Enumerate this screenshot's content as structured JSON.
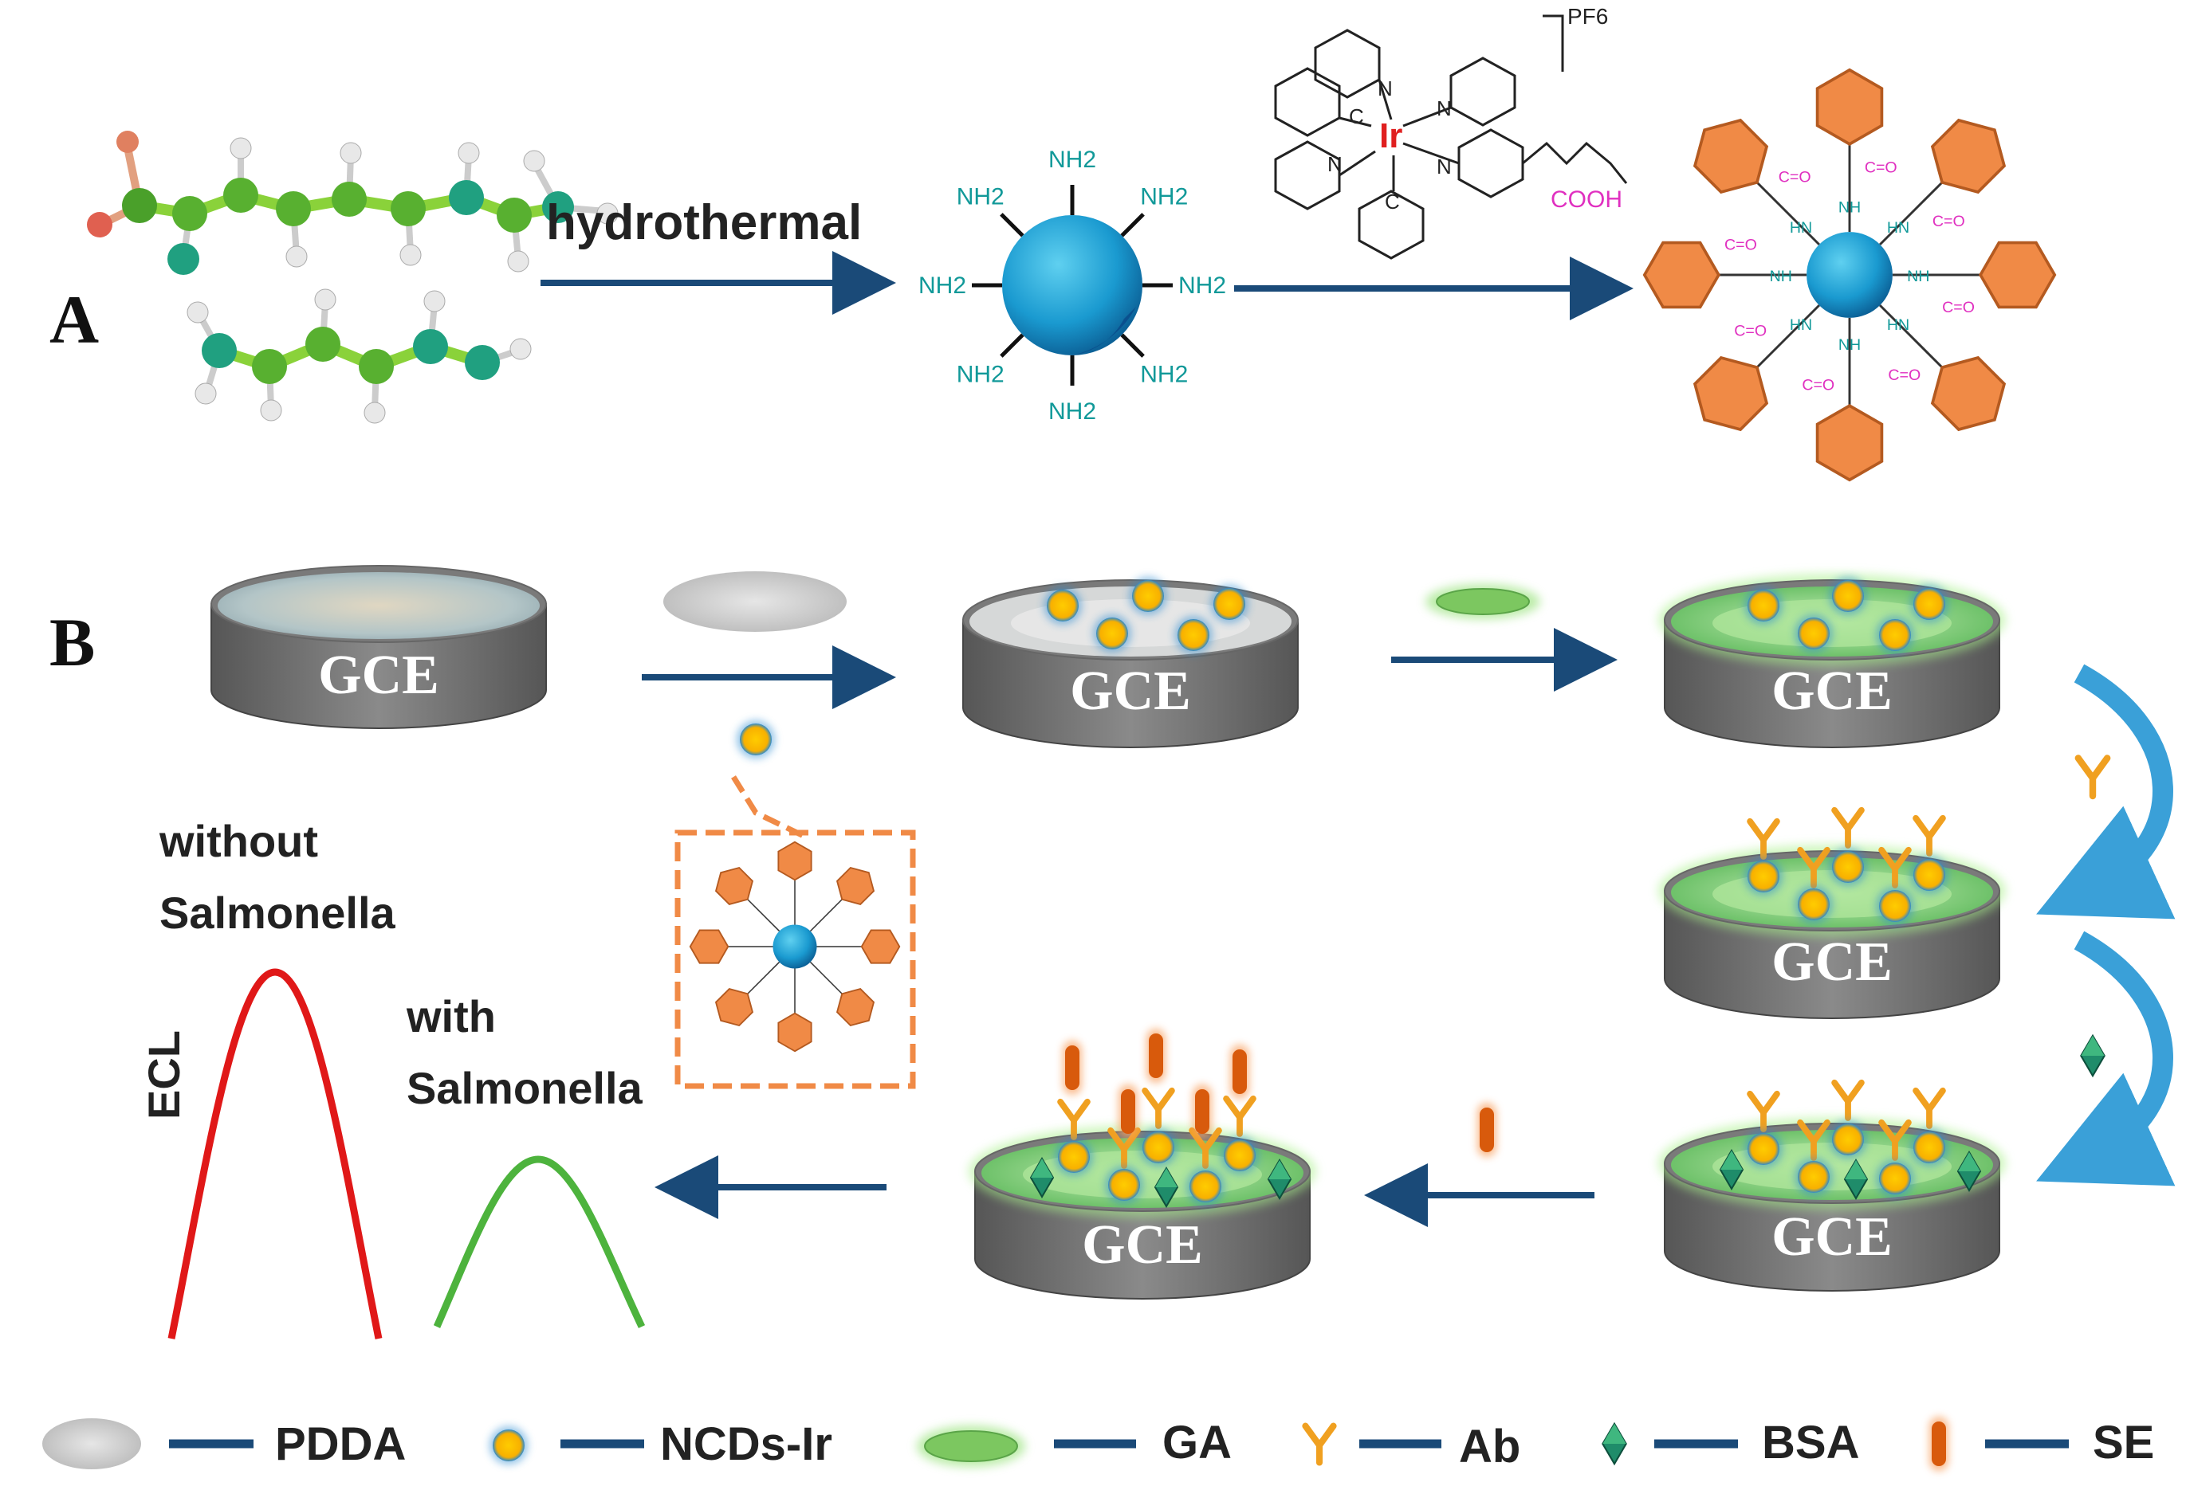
{
  "panel_a": {
    "label": "A",
    "arrow_label": "hydrothermal",
    "amine_label": "NH2",
    "counter_ion": "PF6",
    "metal": "Ir",
    "acid_group": "COOH",
    "carbon_label": "C",
    "nitrogen_label": "N",
    "amide_carbonyl": "C=O",
    "amide_nh": "NH",
    "amide_hn": "HN"
  },
  "panel_b": {
    "label": "B",
    "electrode_label": "GCE",
    "curve_high_label": [
      "without",
      "Salmonella"
    ],
    "curve_low_label": [
      "with",
      "Salmonella"
    ],
    "y_axis_label": "ECL"
  },
  "legend": [
    {
      "label": "PDDA",
      "icon": "gray-ellipse-icon"
    },
    {
      "label": "NCDs-Ir",
      "icon": "yellow-dot-icon"
    },
    {
      "label": "GA",
      "icon": "green-ellipse-icon"
    },
    {
      "label": "Ab",
      "icon": "antibody-icon"
    },
    {
      "label": "BSA",
      "icon": "bsa-diamond-icon"
    },
    {
      "label": "SE",
      "icon": "se-capsule-icon"
    }
  ],
  "colors": {
    "arrow": "#1a4a78",
    "carbon_dot": "#1a8ac4",
    "complex_orange": "#f08a46",
    "amine_text": "#119999",
    "amide_text": "#e030c0",
    "iridium_text": "#e02020",
    "electrode_body": "#6f6f6f",
    "ga_green": "#7fcf6a",
    "nanoparticle_yellow": "#f8b800",
    "curve_high": "#e01818",
    "curve_low": "#4db33d"
  }
}
